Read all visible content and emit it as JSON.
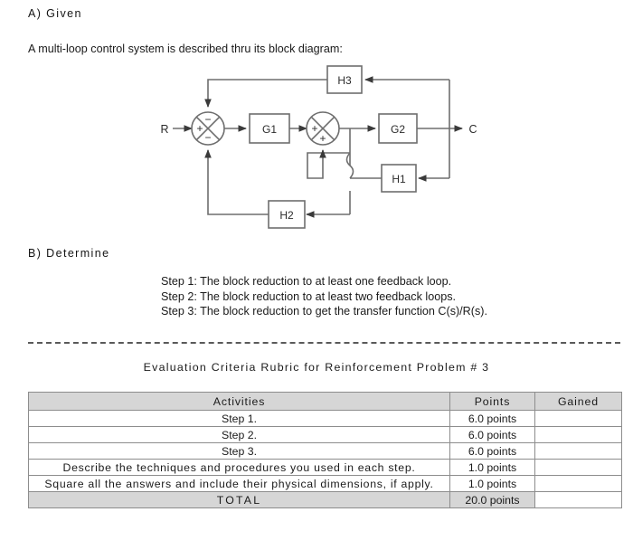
{
  "sections": {
    "given": {
      "heading": "A) Given",
      "intro": "A multi-loop control system is described thru its block diagram:"
    },
    "determine": {
      "heading": "B) Determine",
      "steps": [
        "Step 1: The block reduction to at least one feedback loop.",
        "Step 2: The block reduction to at least two feedback loops.",
        "Step 3: The block reduction to get the transfer function C(s)/R(s)."
      ]
    }
  },
  "diagram": {
    "input_label": "R",
    "output_label": "C",
    "blocks": [
      {
        "id": "G1",
        "label": "G1"
      },
      {
        "id": "G2",
        "label": "G2"
      },
      {
        "id": "H1",
        "label": "H1"
      },
      {
        "id": "H2",
        "label": "H2"
      },
      {
        "id": "H3",
        "label": "H3"
      }
    ],
    "summing_junctions": [
      {
        "id": "sum1",
        "left": "+",
        "top": "−",
        "bottom": "−"
      },
      {
        "id": "sum2",
        "left": "+",
        "bottom": "+"
      }
    ]
  },
  "rubric": {
    "title": "Evaluation Criteria Rubric for Reinforcement Problem # 3",
    "columns": [
      "Activities",
      "Points",
      "Gained"
    ],
    "rows": [
      {
        "activity": "Step 1.",
        "points": "6.0 points",
        "gained": ""
      },
      {
        "activity": "Step 2.",
        "points": "6.0 points",
        "gained": ""
      },
      {
        "activity": "Step 3.",
        "points": "6.0 points",
        "gained": ""
      },
      {
        "activity": "Describe the techniques and procedures you used in each step.",
        "points": "1.0 points",
        "gained": ""
      },
      {
        "activity": "Square all the answers and include their physical dimensions, if apply.",
        "points": "1.0 points",
        "gained": ""
      }
    ],
    "total": {
      "label": "TOTAL",
      "points": "20.0 points",
      "gained": ""
    }
  },
  "colors": {
    "header_fill": "#d6d6d6",
    "border": "#8d8d8d",
    "diagram_stroke": "#6e6e6e",
    "text": "#1a1a1a"
  }
}
